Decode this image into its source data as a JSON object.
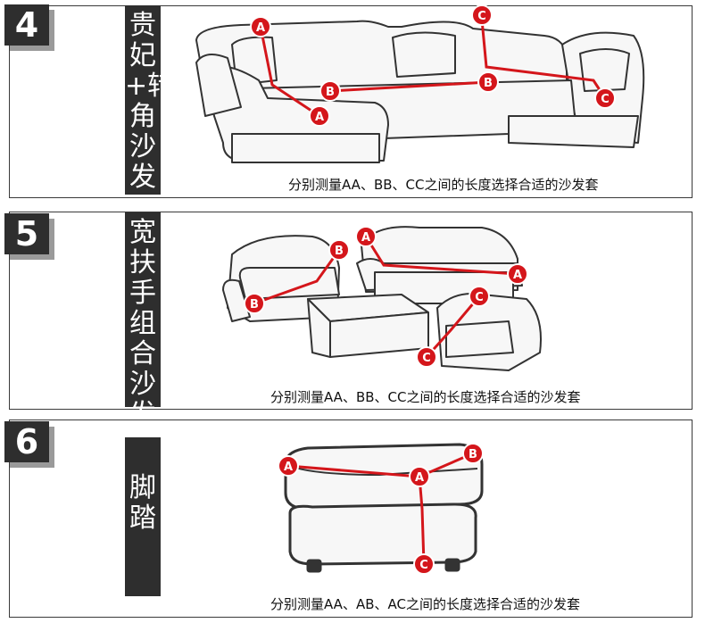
{
  "sections": [
    {
      "number": "4",
      "label": "贵妃+转角沙发",
      "caption": "分别测量AA、BB、CC之间的长度选择合适的沙发套",
      "markers": [
        "A",
        "A",
        "B",
        "B",
        "C",
        "C"
      ]
    },
    {
      "number": "5",
      "label": "宽扶手组合沙发",
      "caption": "分别测量AA、BB、CC之间的长度选择合适的沙发套",
      "markers": [
        "A",
        "A",
        "B",
        "B",
        "C",
        "C"
      ]
    },
    {
      "number": "6",
      "label": "脚踏",
      "caption": "分别测量AA、AB、AC之间的长度选择合适的沙发套",
      "markers": [
        "A",
        "A",
        "B",
        "C"
      ]
    }
  ],
  "colors": {
    "accent": "#d4161b",
    "dark": "#2e2e2e",
    "shadow": "#9a9a9a"
  }
}
